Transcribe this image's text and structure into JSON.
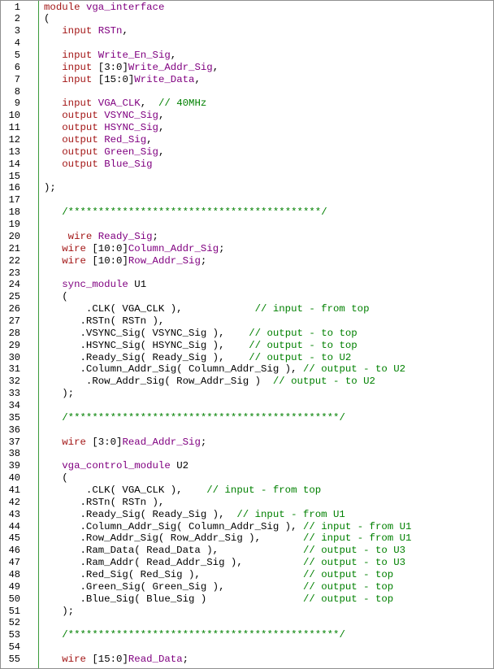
{
  "colors": {
    "keyword": "#a31616",
    "identifier": "#800080",
    "plain": "#000000",
    "comment": "#008000",
    "line_number": "#000000",
    "gutter_divider": "#3a9a3a"
  },
  "lines": [
    {
      "n": "1",
      "tk": [
        {
          "k": "keyword",
          "t": "module"
        },
        {
          "k": "plain",
          "t": " "
        },
        {
          "k": "identifier",
          "t": "vga_interface"
        }
      ]
    },
    {
      "n": "2",
      "tk": [
        {
          "k": "plain",
          "t": "("
        }
      ]
    },
    {
      "n": "3",
      "tk": [
        {
          "k": "plain",
          "t": "   "
        },
        {
          "k": "keyword",
          "t": "input"
        },
        {
          "k": "plain",
          "t": " "
        },
        {
          "k": "identifier",
          "t": "RSTn"
        },
        {
          "k": "plain",
          "t": ","
        }
      ]
    },
    {
      "n": "4",
      "tk": []
    },
    {
      "n": "5",
      "tk": [
        {
          "k": "plain",
          "t": "   "
        },
        {
          "k": "keyword",
          "t": "input"
        },
        {
          "k": "plain",
          "t": " "
        },
        {
          "k": "identifier",
          "t": "Write_En_Sig"
        },
        {
          "k": "plain",
          "t": ","
        }
      ]
    },
    {
      "n": "6",
      "tk": [
        {
          "k": "plain",
          "t": "   "
        },
        {
          "k": "keyword",
          "t": "input"
        },
        {
          "k": "plain",
          "t": " [3:0]"
        },
        {
          "k": "identifier",
          "t": "Write_Addr_Sig"
        },
        {
          "k": "plain",
          "t": ","
        }
      ]
    },
    {
      "n": "7",
      "tk": [
        {
          "k": "plain",
          "t": "   "
        },
        {
          "k": "keyword",
          "t": "input"
        },
        {
          "k": "plain",
          "t": " [15:0]"
        },
        {
          "k": "identifier",
          "t": "Write_Data"
        },
        {
          "k": "plain",
          "t": ","
        }
      ]
    },
    {
      "n": "8",
      "tk": []
    },
    {
      "n": "9",
      "tk": [
        {
          "k": "plain",
          "t": "   "
        },
        {
          "k": "keyword",
          "t": "input"
        },
        {
          "k": "plain",
          "t": " "
        },
        {
          "k": "identifier",
          "t": "VGA_CLK"
        },
        {
          "k": "plain",
          "t": ",  "
        },
        {
          "k": "comment",
          "t": "// 40MHz"
        }
      ]
    },
    {
      "n": "10",
      "tk": [
        {
          "k": "plain",
          "t": "   "
        },
        {
          "k": "keyword",
          "t": "output"
        },
        {
          "k": "plain",
          "t": " "
        },
        {
          "k": "identifier",
          "t": "VSYNC_Sig"
        },
        {
          "k": "plain",
          "t": ","
        }
      ]
    },
    {
      "n": "11",
      "tk": [
        {
          "k": "plain",
          "t": "   "
        },
        {
          "k": "keyword",
          "t": "output"
        },
        {
          "k": "plain",
          "t": " "
        },
        {
          "k": "identifier",
          "t": "HSYNC_Sig"
        },
        {
          "k": "plain",
          "t": ","
        }
      ]
    },
    {
      "n": "12",
      "tk": [
        {
          "k": "plain",
          "t": "   "
        },
        {
          "k": "keyword",
          "t": "output"
        },
        {
          "k": "plain",
          "t": " "
        },
        {
          "k": "identifier",
          "t": "Red_Sig"
        },
        {
          "k": "plain",
          "t": ","
        }
      ]
    },
    {
      "n": "13",
      "tk": [
        {
          "k": "plain",
          "t": "   "
        },
        {
          "k": "keyword",
          "t": "output"
        },
        {
          "k": "plain",
          "t": " "
        },
        {
          "k": "identifier",
          "t": "Green_Sig"
        },
        {
          "k": "plain",
          "t": ","
        }
      ]
    },
    {
      "n": "14",
      "tk": [
        {
          "k": "plain",
          "t": "   "
        },
        {
          "k": "keyword",
          "t": "output"
        },
        {
          "k": "plain",
          "t": " "
        },
        {
          "k": "identifier",
          "t": "Blue_Sig"
        }
      ]
    },
    {
      "n": "15",
      "tk": []
    },
    {
      "n": "16",
      "tk": [
        {
          "k": "plain",
          "t": ");"
        }
      ]
    },
    {
      "n": "17",
      "tk": []
    },
    {
      "n": "18",
      "tk": [
        {
          "k": "plain",
          "t": "   "
        },
        {
          "k": "comment",
          "t": "/******************************************/"
        }
      ]
    },
    {
      "n": "19",
      "tk": []
    },
    {
      "n": "20",
      "tk": [
        {
          "k": "plain",
          "t": "    "
        },
        {
          "k": "keyword",
          "t": "wire"
        },
        {
          "k": "plain",
          "t": " "
        },
        {
          "k": "identifier",
          "t": "Ready_Sig"
        },
        {
          "k": "plain",
          "t": ";"
        }
      ]
    },
    {
      "n": "21",
      "tk": [
        {
          "k": "plain",
          "t": "   "
        },
        {
          "k": "keyword",
          "t": "wire"
        },
        {
          "k": "plain",
          "t": " [10:0]"
        },
        {
          "k": "identifier",
          "t": "Column_Addr_Sig"
        },
        {
          "k": "plain",
          "t": ";"
        }
      ]
    },
    {
      "n": "22",
      "tk": [
        {
          "k": "plain",
          "t": "   "
        },
        {
          "k": "keyword",
          "t": "wire"
        },
        {
          "k": "plain",
          "t": " [10:0]"
        },
        {
          "k": "identifier",
          "t": "Row_Addr_Sig"
        },
        {
          "k": "plain",
          "t": ";"
        }
      ]
    },
    {
      "n": "23",
      "tk": []
    },
    {
      "n": "24",
      "tk": [
        {
          "k": "plain",
          "t": "   "
        },
        {
          "k": "identifier",
          "t": "sync_module"
        },
        {
          "k": "plain",
          "t": " U1"
        }
      ]
    },
    {
      "n": "25",
      "tk": [
        {
          "k": "plain",
          "t": "   ("
        }
      ]
    },
    {
      "n": "26",
      "tk": [
        {
          "k": "plain",
          "t": "       .CLK( VGA_CLK ),            "
        },
        {
          "k": "comment",
          "t": "// input - from top"
        }
      ]
    },
    {
      "n": "27",
      "tk": [
        {
          "k": "plain",
          "t": "      .RSTn( RSTn ),"
        }
      ]
    },
    {
      "n": "28",
      "tk": [
        {
          "k": "plain",
          "t": "      .VSYNC_Sig( VSYNC_Sig ),    "
        },
        {
          "k": "comment",
          "t": "// output - to top"
        }
      ]
    },
    {
      "n": "29",
      "tk": [
        {
          "k": "plain",
          "t": "      .HSYNC_Sig( HSYNC_Sig ),    "
        },
        {
          "k": "comment",
          "t": "// output - to top"
        }
      ]
    },
    {
      "n": "30",
      "tk": [
        {
          "k": "plain",
          "t": "      .Ready_Sig( Ready_Sig ),    "
        },
        {
          "k": "comment",
          "t": "// output - to U2"
        }
      ]
    },
    {
      "n": "31",
      "tk": [
        {
          "k": "plain",
          "t": "      .Column_Addr_Sig( Column_Addr_Sig ), "
        },
        {
          "k": "comment",
          "t": "// output - to U2"
        }
      ]
    },
    {
      "n": "32",
      "tk": [
        {
          "k": "plain",
          "t": "       .Row_Addr_Sig( Row_Addr_Sig )  "
        },
        {
          "k": "comment",
          "t": "// output - to U2"
        }
      ]
    },
    {
      "n": "33",
      "tk": [
        {
          "k": "plain",
          "t": "   );"
        }
      ]
    },
    {
      "n": "34",
      "tk": []
    },
    {
      "n": "35",
      "tk": [
        {
          "k": "plain",
          "t": "   "
        },
        {
          "k": "comment",
          "t": "/*********************************************/"
        }
      ]
    },
    {
      "n": "36",
      "tk": []
    },
    {
      "n": "37",
      "tk": [
        {
          "k": "plain",
          "t": "   "
        },
        {
          "k": "keyword",
          "t": "wire"
        },
        {
          "k": "plain",
          "t": " [3:0]"
        },
        {
          "k": "identifier",
          "t": "Read_Addr_Sig"
        },
        {
          "k": "plain",
          "t": ";"
        }
      ]
    },
    {
      "n": "38",
      "tk": []
    },
    {
      "n": "39",
      "tk": [
        {
          "k": "plain",
          "t": "   "
        },
        {
          "k": "identifier",
          "t": "vga_control_module"
        },
        {
          "k": "plain",
          "t": " U2"
        }
      ]
    },
    {
      "n": "40",
      "tk": [
        {
          "k": "plain",
          "t": "   ("
        }
      ]
    },
    {
      "n": "41",
      "tk": [
        {
          "k": "plain",
          "t": "       .CLK( VGA_CLK ),    "
        },
        {
          "k": "comment",
          "t": "// input - from top"
        }
      ]
    },
    {
      "n": "42",
      "tk": [
        {
          "k": "plain",
          "t": "      .RSTn( RSTn ),"
        }
      ]
    },
    {
      "n": "43",
      "tk": [
        {
          "k": "plain",
          "t": "      .Ready_Sig( Ready_Sig ),  "
        },
        {
          "k": "comment",
          "t": "// input - from U1"
        }
      ]
    },
    {
      "n": "44",
      "tk": [
        {
          "k": "plain",
          "t": "      .Column_Addr_Sig( Column_Addr_Sig ), "
        },
        {
          "k": "comment",
          "t": "// input - from U1"
        }
      ]
    },
    {
      "n": "45",
      "tk": [
        {
          "k": "plain",
          "t": "      .Row_Addr_Sig( Row_Addr_Sig ),       "
        },
        {
          "k": "comment",
          "t": "// input - from U1"
        }
      ]
    },
    {
      "n": "46",
      "tk": [
        {
          "k": "plain",
          "t": "      .Ram_Data( Read_Data ),              "
        },
        {
          "k": "comment",
          "t": "// output - to U3"
        }
      ]
    },
    {
      "n": "47",
      "tk": [
        {
          "k": "plain",
          "t": "      .Ram_Addr( Read_Addr_Sig ),          "
        },
        {
          "k": "comment",
          "t": "// output - to U3"
        }
      ]
    },
    {
      "n": "48",
      "tk": [
        {
          "k": "plain",
          "t": "      .Red_Sig( Red_Sig ),                 "
        },
        {
          "k": "comment",
          "t": "// output - top"
        }
      ]
    },
    {
      "n": "49",
      "tk": [
        {
          "k": "plain",
          "t": "      .Green_Sig( Green_Sig ),             "
        },
        {
          "k": "comment",
          "t": "// output - top"
        }
      ]
    },
    {
      "n": "50",
      "tk": [
        {
          "k": "plain",
          "t": "      .Blue_Sig( Blue_Sig )                "
        },
        {
          "k": "comment",
          "t": "// output - top"
        }
      ]
    },
    {
      "n": "51",
      "tk": [
        {
          "k": "plain",
          "t": "   );"
        }
      ]
    },
    {
      "n": "52",
      "tk": []
    },
    {
      "n": "53",
      "tk": [
        {
          "k": "plain",
          "t": "   "
        },
        {
          "k": "comment",
          "t": "/*********************************************/"
        }
      ]
    },
    {
      "n": "54",
      "tk": []
    },
    {
      "n": "55",
      "tk": [
        {
          "k": "plain",
          "t": "   "
        },
        {
          "k": "keyword",
          "t": "wire"
        },
        {
          "k": "plain",
          "t": " [15:0]"
        },
        {
          "k": "identifier",
          "t": "Read_Data"
        },
        {
          "k": "plain",
          "t": ";"
        }
      ]
    }
  ]
}
